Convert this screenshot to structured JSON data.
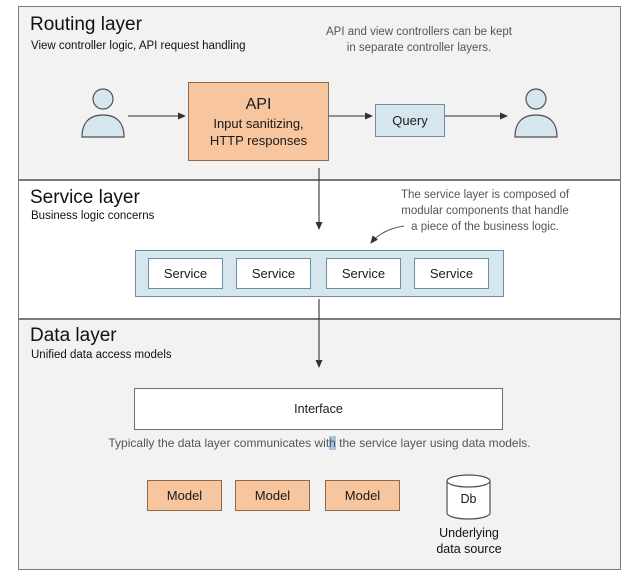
{
  "routing": {
    "title": "Routing layer",
    "subtitle": "View controller logic, API request handling",
    "note_line1": "API and view controllers can be kept",
    "note_line2": "in separate controller layers.",
    "api_title": "API",
    "api_line1": "Input sanitizing,",
    "api_line2": "HTTP responses",
    "query_label": "Query"
  },
  "service": {
    "title": "Service layer",
    "subtitle": "Business logic concerns",
    "note_line1": "The service layer is composed of",
    "note_line2": "modular components that handle",
    "note_line3": "a piece of the business logic.",
    "boxes": [
      "Service",
      "Service",
      "Service",
      "Service"
    ]
  },
  "data": {
    "title": "Data layer",
    "subtitle": "Unified data access models",
    "interface_label": "Interface",
    "note_before": "Typically the data layer communicates wit",
    "note_highlight": "h",
    "note_after": " the service layer using data models.",
    "models": [
      "Model",
      "Model",
      "Model"
    ],
    "db_label": "Db",
    "db_caption_line1": "Underlying",
    "db_caption_line2": "data source"
  },
  "colors": {
    "api_fill": "#f7c59e",
    "service_fill": "#d6e6ef",
    "layer_fill": "#f2f2f2",
    "person_fill": "#d6e6ef"
  }
}
